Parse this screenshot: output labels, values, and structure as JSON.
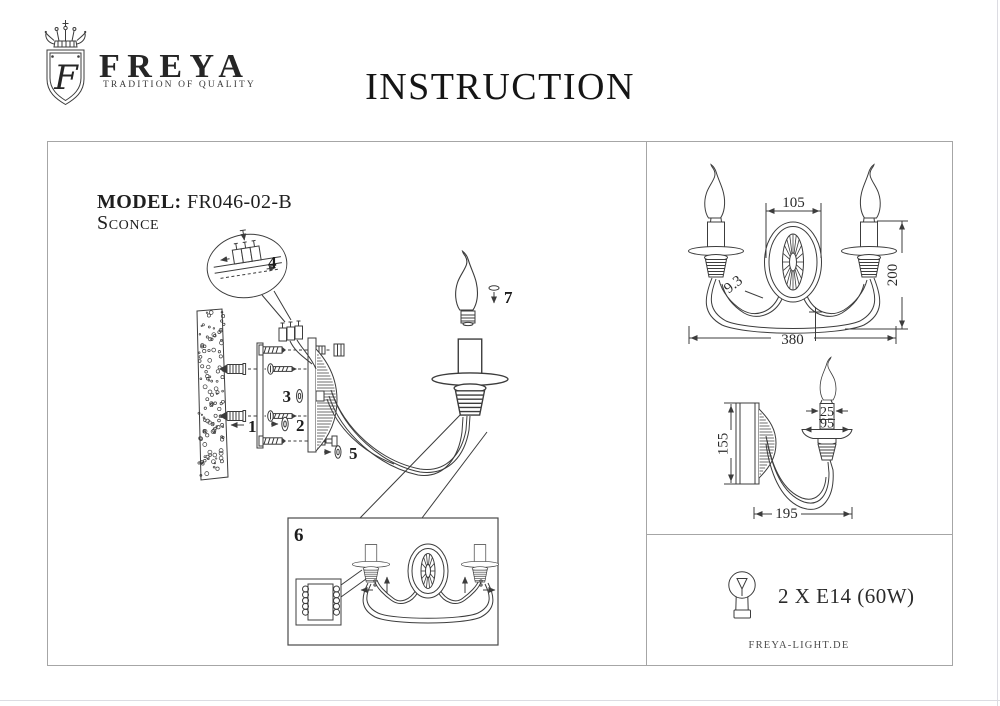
{
  "header": {
    "brand": "FREYA",
    "tagline": "TRADITION OF QUALITY",
    "title": "INSTRUCTION",
    "monogram": "F"
  },
  "product": {
    "model_label": "MODEL:",
    "model_value": " FR046-02-B",
    "type": "Sconce"
  },
  "parts": {
    "p1": "1",
    "p2": "2",
    "p3": "3",
    "p4": "4",
    "p5": "5",
    "p6": "6",
    "p7": "7"
  },
  "dimensions": {
    "front": {
      "backplate_width": "105",
      "height": "200",
      "total_width": "380",
      "arm_diameter": "9.3"
    },
    "side": {
      "candle_width": "25",
      "bobeche_width": "95",
      "backplate_height": "155",
      "depth": "195"
    }
  },
  "spec": {
    "lamps": "2 X E14 (60W)",
    "website": "FREYA-LIGHT.DE"
  },
  "icons": {
    "logo": "freya-crest-icon",
    "bulb": "bulb-icon",
    "bulb_insert": "screw-arrow-icon"
  },
  "colors": {
    "line": "#3c3c3c",
    "frame": "#a6a6a6",
    "ink": "#1f1f1f"
  }
}
